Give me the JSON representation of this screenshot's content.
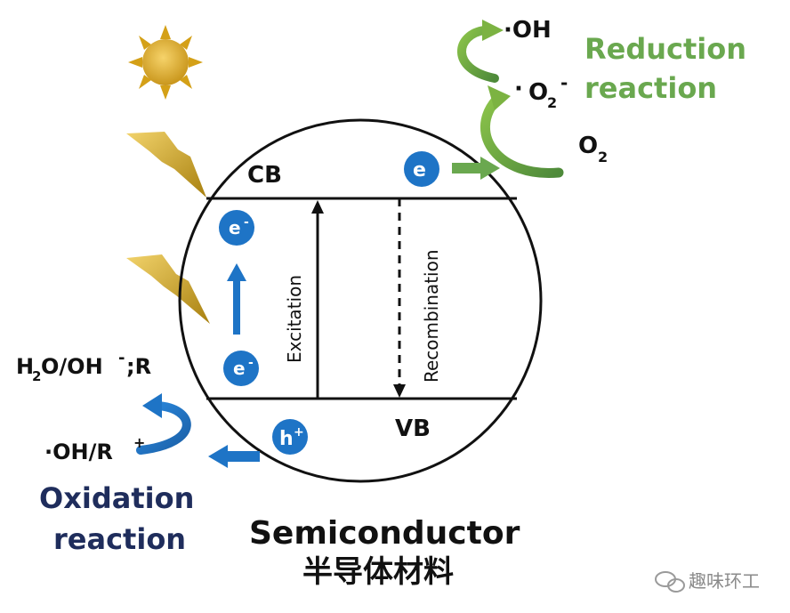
{
  "labels": {
    "cb": "CB",
    "vb": "VB",
    "excitation": "Excitation",
    "recombination": "Recombination",
    "electron_minus": "e",
    "electron": "e",
    "hole": "h",
    "oh_radical": "·OH",
    "superoxide_dot": "·",
    "superoxide_o": "O",
    "sub_2": "2",
    "sup_minus": "-",
    "oxygen_o": "O",
    "reduction_line1": "Reduction",
    "reduction_line2": "reaction",
    "reactant_h": "H",
    "reactant_rest": "O/OH",
    "reactant_end": ";R",
    "product_ox": "·OH/R",
    "plus": "+",
    "oxidation_line1": "Oxidation",
    "oxidation_line2": "reaction",
    "title_en": "Semiconductor",
    "title_cn": "半导体材料",
    "watermark": "趣味环工"
  },
  "colors": {
    "blue": "#1e74c6",
    "green": "#6aa84f",
    "green_dark": "#4e8a3a",
    "navy": "#1f2d5c",
    "gold": "#d4a017",
    "ink": "#111111"
  },
  "icons": {
    "sun": "sun-icon",
    "lightning": "lightning-bolt-icon",
    "wechat": "wechat-icon"
  }
}
